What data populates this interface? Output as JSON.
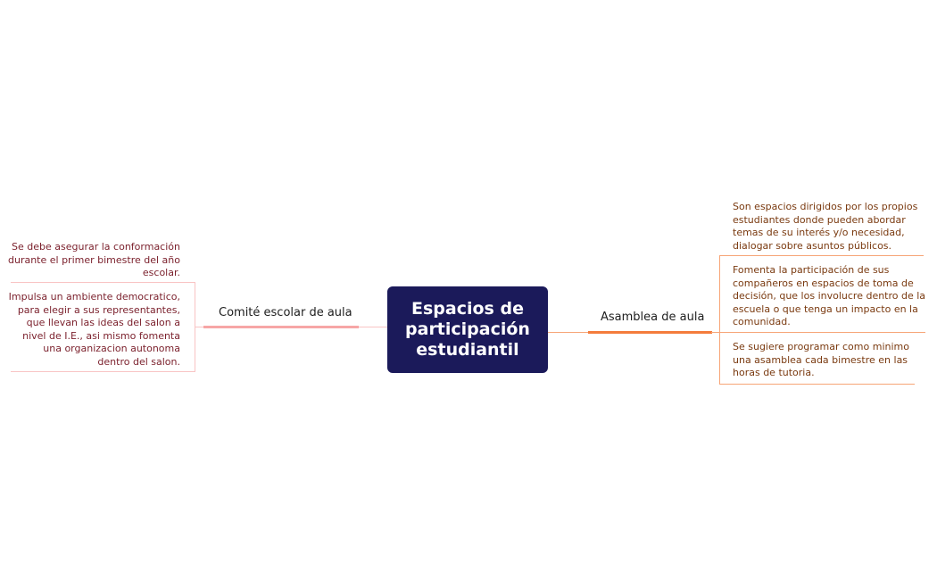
{
  "central_topic": {
    "lines": [
      "Espacios de",
      "participación",
      "estudiantil"
    ],
    "bg_color": "#1b1a5a"
  },
  "branches": {
    "left": {
      "label": "Comité escolar de aula",
      "color": "#f7a6a6",
      "leaves": [
        {
          "lines": [
            "Se debe asegurar la conformación",
            "durante el primer bimestre del año",
            "escolar."
          ]
        },
        {
          "lines": [
            "Impulsa un ambiente democratico,",
            "para elegir a sus representantes,",
            "que llevan las ideas del salon a",
            "nivel de I.E., asi mismo fomenta",
            "una organizacion autonoma",
            "dentro del salon."
          ]
        }
      ]
    },
    "right": {
      "label": "Asamblea de aula",
      "color": "#f47c3c",
      "leaves": [
        {
          "lines": [
            "Son espacios dirigidos por los propios",
            "estudiantes donde pueden abordar",
            "temas de su interés y/o necesidad,",
            "dialogar sobre asuntos públicos."
          ]
        },
        {
          "lines": [
            "Fomenta la participación de sus",
            "compañeros en espacios de toma de",
            "decisión, que los involucre dentro de la",
            "escuela o que tenga un impacto en la",
            "comunidad."
          ]
        },
        {
          "lines": [
            "Se sugiere programar como minimo",
            "una asamblea cada bimestre en las",
            "horas de tutoria."
          ]
        }
      ]
    }
  }
}
